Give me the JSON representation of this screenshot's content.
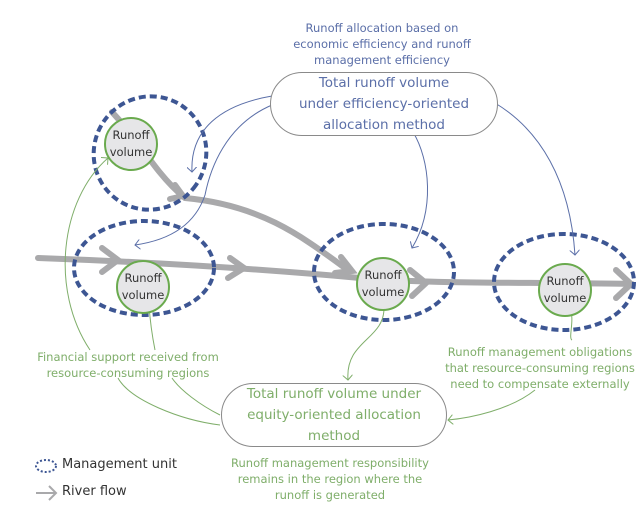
{
  "top_annotation": [
    "Runoff allocation based on",
    "economic efficiency and runoff",
    "management efficiency"
  ],
  "efficiency_box": [
    "Total runoff volume",
    "under efficiency-oriented",
    "allocation method"
  ],
  "equity_box": [
    "Total runoff volume under",
    "equity-oriented allocation",
    "method"
  ],
  "nodes": [
    {
      "id": "upper-tributary",
      "label": [
        "Runoff",
        "volume"
      ]
    },
    {
      "id": "upstream",
      "label": [
        "Runoff",
        "volume"
      ]
    },
    {
      "id": "midstream",
      "label": [
        "Runoff",
        "volume"
      ]
    },
    {
      "id": "downstream",
      "label": [
        "Runoff",
        "volume"
      ]
    }
  ],
  "financial_support_note": [
    "Financial support received from",
    "resource-consuming regions"
  ],
  "obligations_note": [
    "Runoff management obligations",
    "that resource-consuming regions",
    "need to compensate externally"
  ],
  "responsibility_note": [
    "Runoff management responsibility",
    "remains in the region where the",
    "runoff is generated"
  ],
  "legend": [
    {
      "icon": "dotted-ellipse-icon",
      "label": "Management unit"
    },
    {
      "icon": "arrow-right-icon",
      "label": "River flow"
    }
  ],
  "colors": {
    "efficiency": "#5b6fa8",
    "equity": "#7fae6a",
    "river": "#a9a9ab",
    "management_unit": "#3d5693",
    "node_fill": "#e6e6e8",
    "node_border": "#6aaa4e"
  }
}
